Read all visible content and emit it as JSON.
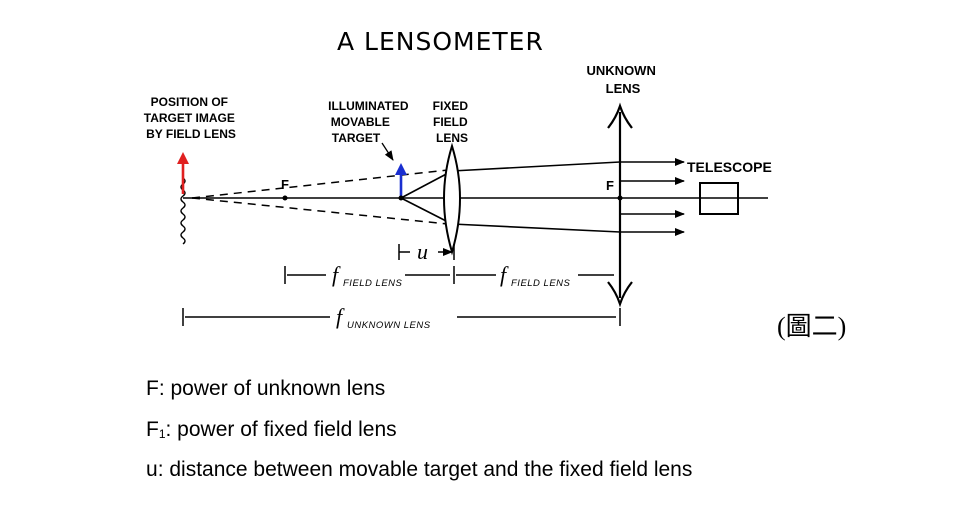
{
  "title": "A LENSOMETER",
  "labels": {
    "target_image": [
      "POSITION OF",
      "TARGET IMAGE",
      "BY FIELD LENS"
    ],
    "movable_target": [
      "ILLUMINATED",
      "MOVABLE",
      "TARGET"
    ],
    "fixed_lens": [
      "FIXED",
      "FIELD",
      "LENS"
    ],
    "unknown_lens": [
      "UNKNOWN",
      "LENS"
    ],
    "telescope": "TELESCOPE",
    "focal_left": "F",
    "focal_right": "F",
    "u": "u",
    "f_symbol": "f",
    "f_field_sub": "FIELD LENS",
    "f_unknown_sub": "UNKNOWN LENS"
  },
  "figure_tag": "(圖二)",
  "legend": [
    {
      "symbol": "F",
      "sub": "",
      "text": ": power of unknown lens"
    },
    {
      "symbol": "F",
      "sub": "1",
      "text": ": power of fixed field lens"
    },
    {
      "symbol": "u",
      "sub": "",
      "text": ": distance between movable target and the fixed field lens"
    }
  ],
  "colors": {
    "image_arrow": "#e02020",
    "target_arrow": "#1a2fd0",
    "ink": "#000000"
  }
}
